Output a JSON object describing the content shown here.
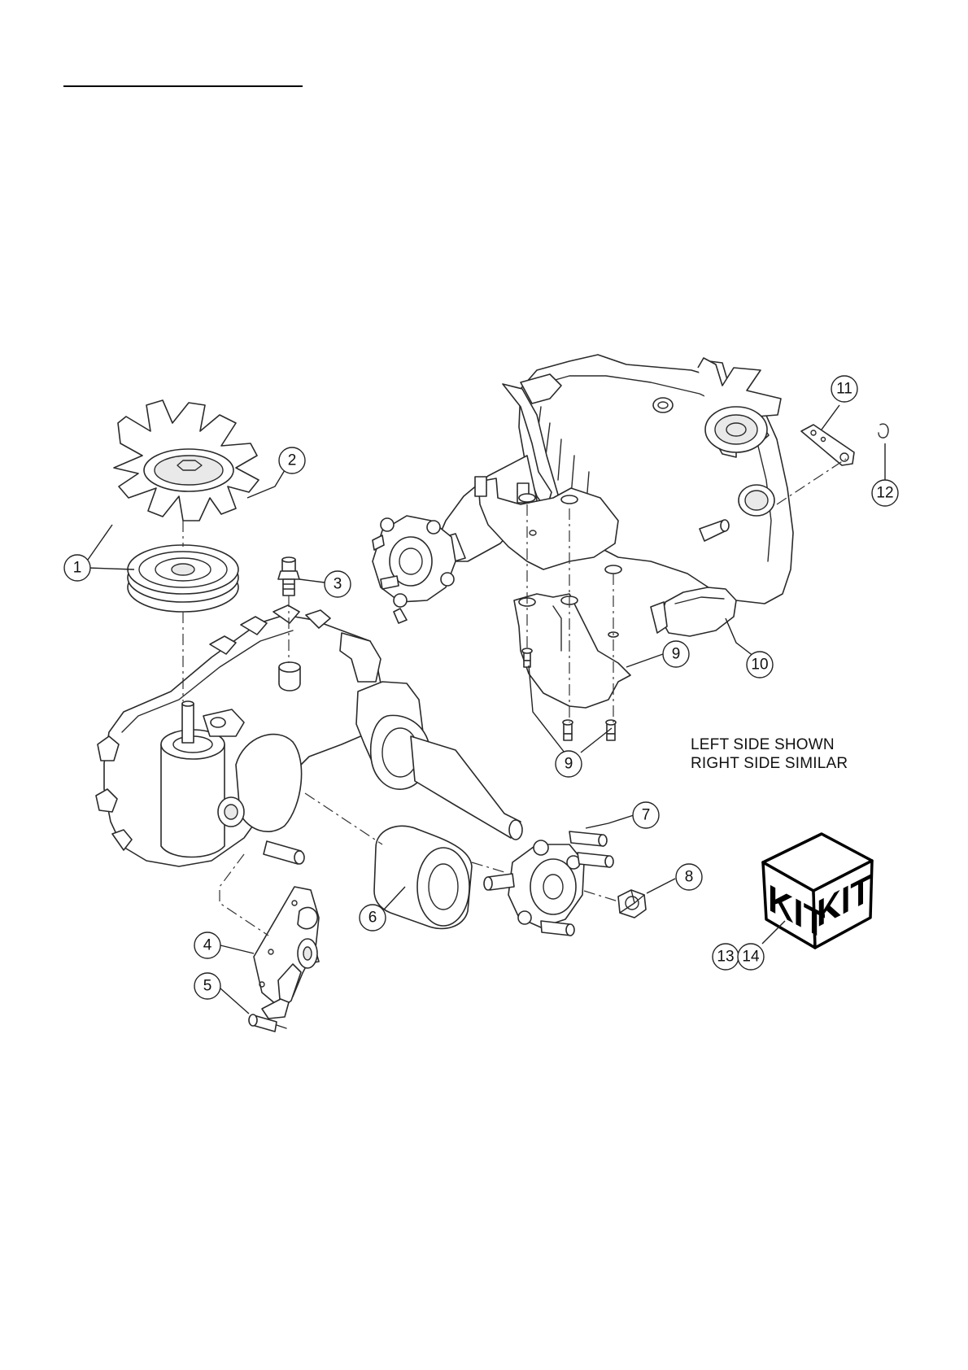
{
  "callouts": [
    {
      "id": "c1",
      "label": "1"
    },
    {
      "id": "c2",
      "label": "2"
    },
    {
      "id": "c3",
      "label": "3"
    },
    {
      "id": "c4",
      "label": "4"
    },
    {
      "id": "c5",
      "label": "5"
    },
    {
      "id": "c6",
      "label": "6"
    },
    {
      "id": "c7",
      "label": "7"
    },
    {
      "id": "c8",
      "label": "8"
    },
    {
      "id": "c9a",
      "label": "9"
    },
    {
      "id": "c9b",
      "label": "9"
    },
    {
      "id": "c10",
      "label": "10"
    },
    {
      "id": "c11",
      "label": "11"
    },
    {
      "id": "c12",
      "label": "12"
    },
    {
      "id": "c13",
      "label": "13"
    },
    {
      "id": "c14",
      "label": "14"
    }
  ],
  "note": {
    "line1": "LEFT SIDE SHOWN",
    "line2": "RIGHT SIDE SIMILAR"
  },
  "kit": {
    "left_face": "KIT",
    "right_face": "KIT"
  }
}
